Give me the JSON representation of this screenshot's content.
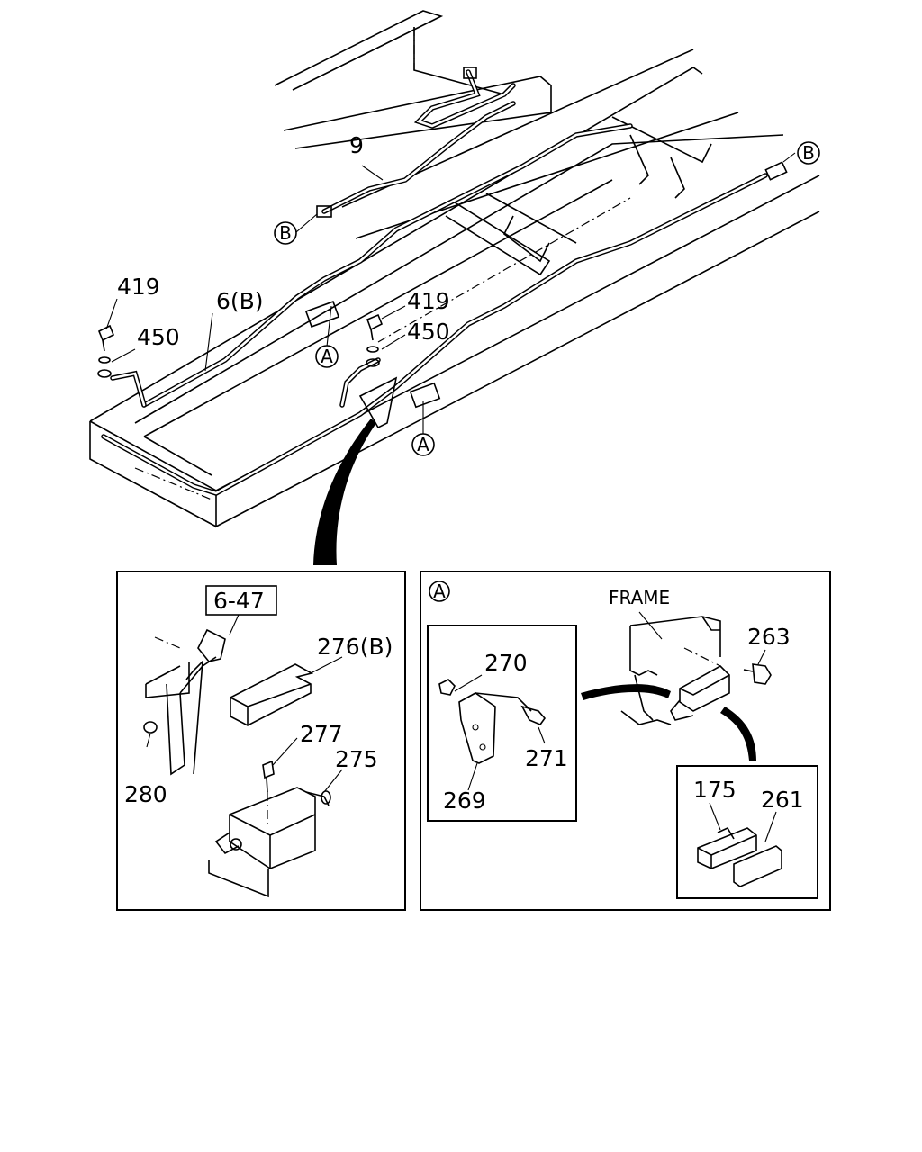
{
  "labels": {
    "part_9": "9",
    "part_6b": "6(B)",
    "part_419_left": "419",
    "part_450_left": "450",
    "part_419_right": "419",
    "part_450_right": "450",
    "ref_b_top": "B",
    "ref_b_left": "B",
    "ref_a_mid": "A",
    "ref_a_right": "A",
    "ref_6_47": "6-47",
    "part_276b": "276(B)",
    "part_277": "277",
    "part_275": "275",
    "part_280": "280",
    "detail_a_marker": "A",
    "frame": "FRAME",
    "part_263": "263",
    "part_270": "270",
    "part_271": "271",
    "part_269": "269",
    "part_175": "175",
    "part_261": "261"
  }
}
